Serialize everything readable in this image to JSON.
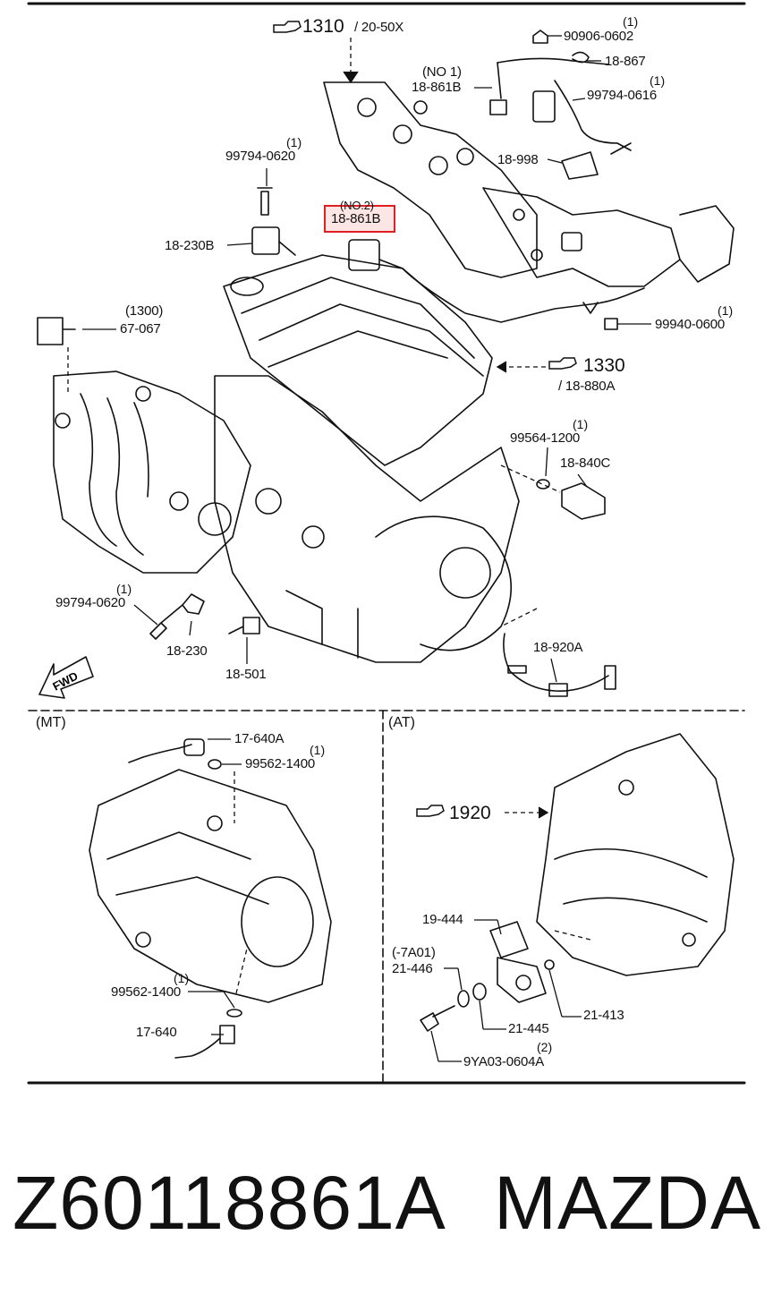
{
  "callouts": {
    "ref_1310": "1310",
    "ref_1310_sub": "/ 20-50X",
    "ref_1330": "1330",
    "ref_1330_sub": "/ 18-880A",
    "ref_1920": "1920"
  },
  "labels": {
    "p90906_0602": "90906-0602",
    "p90906_0602_qty": "(1)",
    "p18_867": "18-867",
    "p18_861B_no1_tag": "(NO 1)",
    "p18_861B_no1": "18-861B",
    "p99794_0616": "99794-0616",
    "p99794_0616_qty": "(1)",
    "p18_998": "18-998",
    "p99794_0620_top": "99794-0620",
    "p99794_0620_top_qty": "(1)",
    "p18_861B_no2_tag": "(NO.2)",
    "p18_861B_no2": "18-861B",
    "p18_230B": "18-230B",
    "p1300_tag": "(1300)",
    "p67_067": "67-067",
    "p99940_0600": "99940-0600",
    "p99940_0600_qty": "(1)",
    "p99564_1200": "99564-1200",
    "p99564_1200_qty": "(1)",
    "p18_840C": "18-840C",
    "p99794_0620_bot": "99794-0620",
    "p99794_0620_bot_qty": "(1)",
    "p18_230": "18-230",
    "p18_501": "18-501",
    "p18_920A": "18-920A",
    "fwd": "FWD"
  },
  "sections": {
    "mt": "(MT)",
    "at": "(AT)"
  },
  "mt_labels": {
    "p17_640A": "17-640A",
    "p99562_1400_top": "99562-1400",
    "p99562_1400_top_qty": "(1)",
    "p99562_1400_bot": "99562-1400",
    "p99562_1400_bot_qty": "(1)",
    "p17_640": "17-640"
  },
  "at_labels": {
    "p19_444": "19-444",
    "p7A01_tag": "(-7A01)",
    "p21_446": "21-446",
    "p21_445": "21-445",
    "p21_413": "21-413",
    "p9YA03_0604A": "9YA03-0604A",
    "p9YA03_0604A_qty": "(2)"
  },
  "footer": {
    "part_number": "Z60118861A",
    "brand": "MAZDA"
  },
  "highlight_color": "#e02020"
}
